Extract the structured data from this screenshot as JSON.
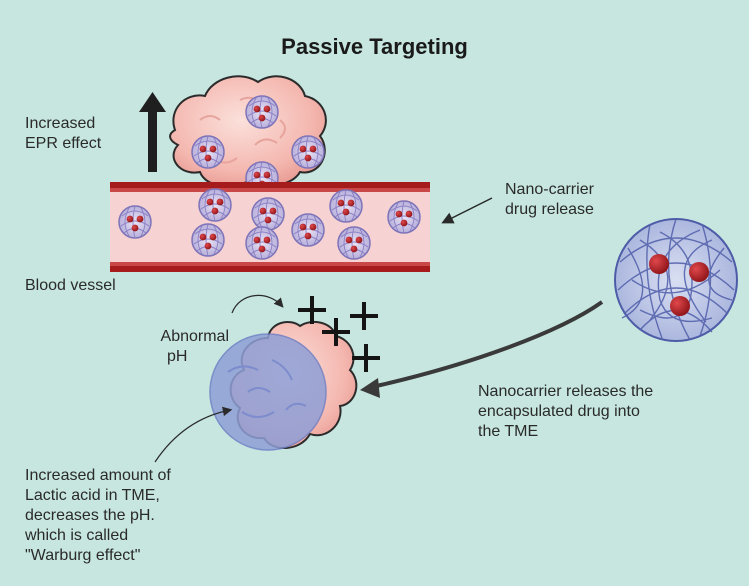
{
  "title": "Passive Targeting",
  "labels": {
    "epr": [
      "Increased",
      "EPR effect"
    ],
    "nano_release": [
      "Nano-carrier",
      "drug release"
    ],
    "blood_vessel": "Blood vessel",
    "abnormal_ph": [
      "Abnormal",
      "pH"
    ],
    "nanocarrier_desc": [
      "Nanocarrier releases the",
      "encapsulated drug into",
      "the TME"
    ],
    "lactic": [
      "Increased amount of",
      "Lactic acid in TME,",
      "decreases the pH.",
      "which is called",
      "\"Warburg effect\""
    ]
  },
  "colors": {
    "background": "#c6e6df",
    "vessel_wall": "#a61c1c",
    "vessel_lumen": "#f7d2d2",
    "tumor": "#f2b5ad",
    "nanoparticle": "#8a82c0",
    "drug": "#b51f24",
    "overlay": "#8f9fd6"
  },
  "icons": [
    "up-arrow-icon",
    "plus-icon",
    "curved-arrow-icon"
  ]
}
